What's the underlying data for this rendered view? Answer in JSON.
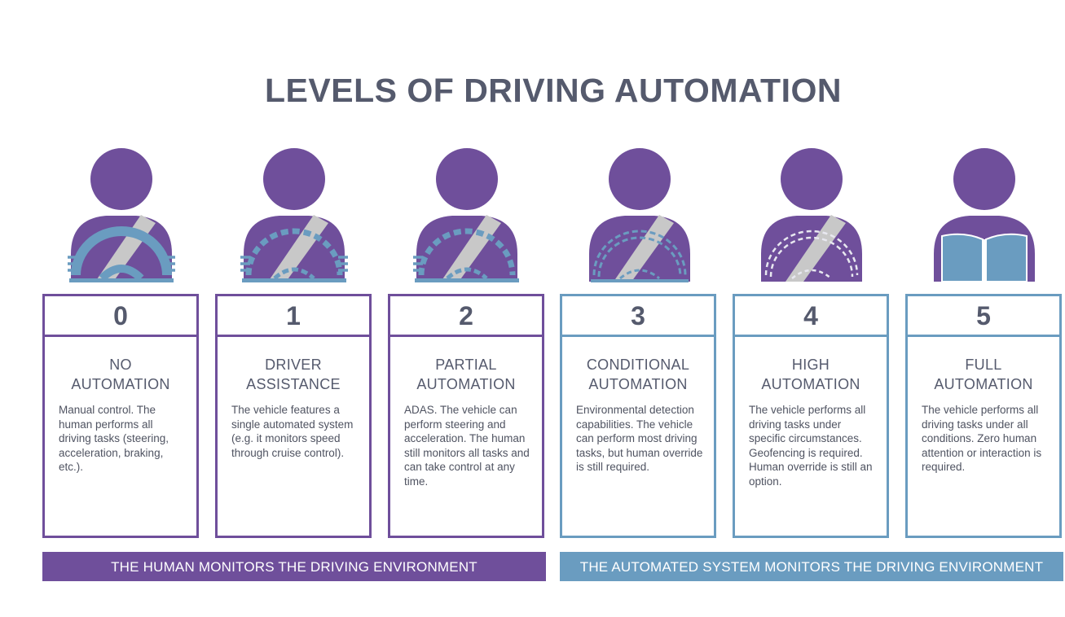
{
  "title": "LEVELS OF DRIVING AUTOMATION",
  "colors": {
    "human_purple": "#6f4f9b",
    "system_blue": "#6a9cc0",
    "text_gray": "#555a6d",
    "belt_gray": "#c8c8c8"
  },
  "levels": [
    {
      "number": "0",
      "name_line1": "NO",
      "name_line2": "AUTOMATION",
      "description": "Manual control. The human performs all driving tasks (steering, acceleration, braking, etc.).",
      "icon": "driver-solid-wheel-icon"
    },
    {
      "number": "1",
      "name_line1": "DRIVER",
      "name_line2": "ASSISTANCE",
      "description": "The vehicle features a single automated system (e.g. it monitors speed through cruise control).",
      "icon": "driver-dashed-wheel-icon"
    },
    {
      "number": "2",
      "name_line1": "PARTIAL",
      "name_line2": "AUTOMATION",
      "description": "ADAS. The vehicle can perform steering and acceleration. The human still monitors all tasks and can take control at any time.",
      "icon": "driver-dashed-wheel-icon"
    },
    {
      "number": "3",
      "name_line1": "CONDITIONAL",
      "name_line2": "AUTOMATION",
      "description": "Environmental detection capabilities. The vehicle can perform most driving tasks, but human override is still required.",
      "icon": "driver-hands-off-wheel-icon"
    },
    {
      "number": "4",
      "name_line1": "HIGH",
      "name_line2": "AUTOMATION",
      "description": "The vehicle performs all driving tasks under specific circumstances. Geofencing is required. Human override is still an option.",
      "icon": "driver-ghost-wheel-icon"
    },
    {
      "number": "5",
      "name_line1": "FULL",
      "name_line2": "AUTOMATION",
      "description": "The vehicle performs all driving tasks under all conditions. Zero human attention or interaction is required.",
      "icon": "person-reading-book-icon"
    }
  ],
  "banners": {
    "human": "THE HUMAN MONITORS THE DRIVING ENVIRONMENT",
    "system": "THE AUTOMATED SYSTEM MONITORS THE DRIVING ENVIRONMENT"
  }
}
